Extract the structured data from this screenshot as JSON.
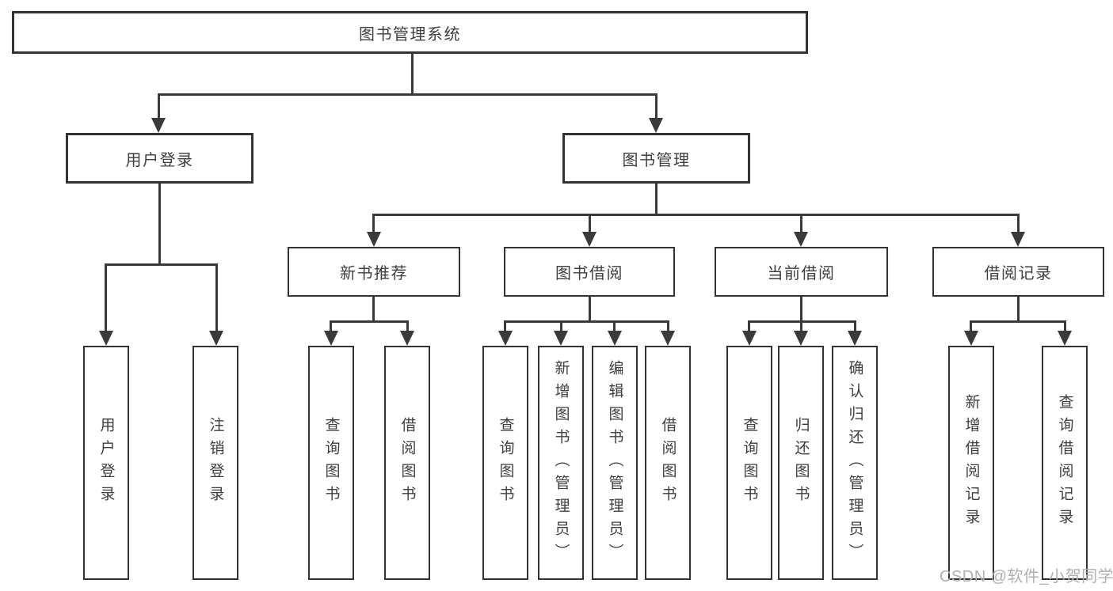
{
  "colors": {
    "line": "#3a3a3a",
    "box_border": "#333333",
    "text": "#3e3e3e",
    "background": "#ffffff",
    "watermark_text": "#b0b0b0"
  },
  "tree": {
    "label": "图书管理系统",
    "children": [
      {
        "label": "用户登录",
        "children": [
          {
            "label": "用户登录"
          },
          {
            "label": "注销登录"
          }
        ]
      },
      {
        "label": "图书管理",
        "children": [
          {
            "label": "新书推荐",
            "children": [
              {
                "label": "查询图书"
              },
              {
                "label": "借阅图书"
              }
            ]
          },
          {
            "label": "图书借阅",
            "children": [
              {
                "label": "查询图书"
              },
              {
                "label": "新增图书（管理员）"
              },
              {
                "label": "编辑图书（管理员）"
              },
              {
                "label": "借阅图书"
              }
            ]
          },
          {
            "label": "当前借阅",
            "children": [
              {
                "label": "查询图书"
              },
              {
                "label": "归还图书"
              },
              {
                "label": "确认归还（管理员）"
              }
            ]
          },
          {
            "label": "借阅记录",
            "children": [
              {
                "label": "新增借阅记录"
              },
              {
                "label": "查询借阅记录"
              }
            ]
          }
        ]
      }
    ]
  },
  "watermark": {
    "text": "CSDN @软件_小贺同学"
  }
}
